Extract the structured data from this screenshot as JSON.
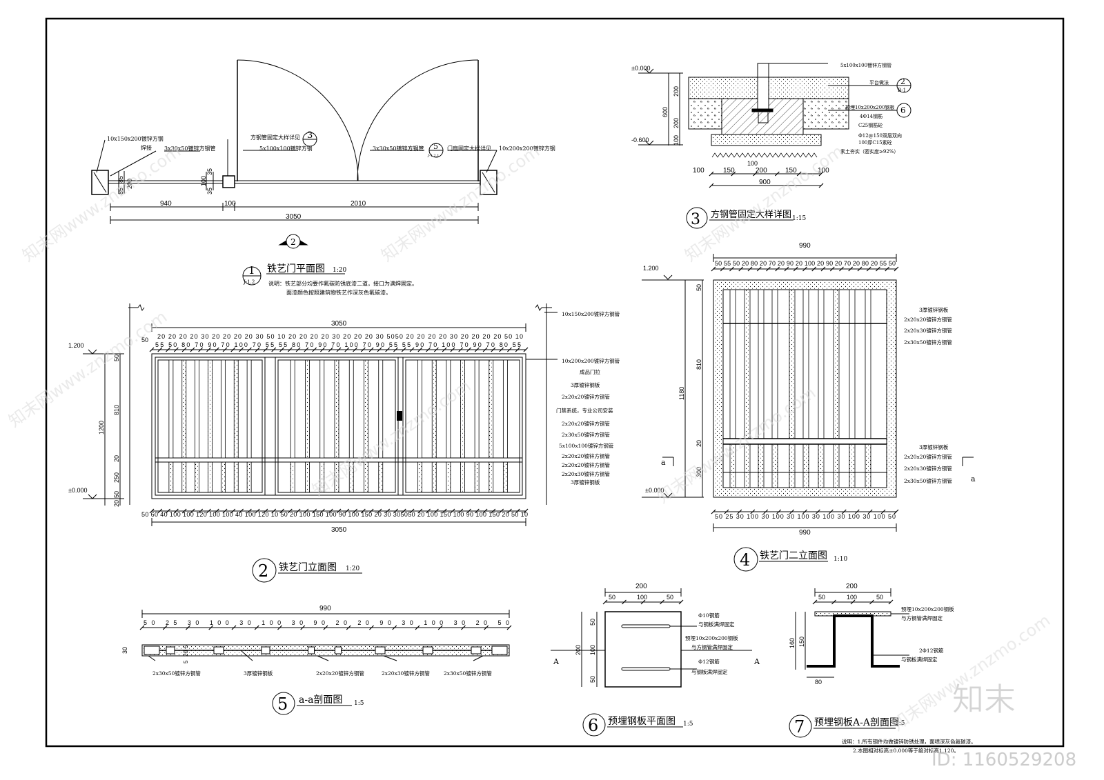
{
  "drawing_1": {
    "num": "1",
    "ref": "J-1.2",
    "title": "铁艺门平面图",
    "scale": "1:20",
    "note_1": "说明：铁艺部分均要作氟碳防锈底漆二道，接口为满焊固定。",
    "note_2": "面漆颜色按照建筑物铁艺作深灰色氟碳漆。",
    "labels": [
      "10x150x200镀锌方钢",
      "焊接",
      "3x30x50镀锌方钢管",
      "方钢管固定大样详见",
      "5x100x100镀锌方钢",
      "3x30x50镀锌方钢管",
      "门扇固定大样详见",
      "10x200x200镀锌方钢"
    ],
    "callout_3": "3",
    "callout_5": "5",
    "callout_5_ref": "J-1.2.1",
    "dims_small": [
      "85",
      "85",
      "200",
      "35",
      "35",
      "100",
      "35"
    ],
    "dims": [
      "940",
      "100",
      "2010"
    ],
    "total": "3050",
    "section_mark": "2"
  },
  "drawing_2": {
    "num": "2",
    "title": "铁艺门立面图",
    "scale": "1:20",
    "levels": [
      "1.200",
      "±0.000"
    ],
    "total_top": "3050",
    "total_bottom": "3050",
    "top_chain_1": "50",
    "top_chain_2": "20  20  20  20  30  20  20  20  20 30 50  10  20  20  20  20  30  20  20  20 30 5050  20  20  20  20  30  20  20  20  20  50  10",
    "top_chain_3": "55  50  80  70  90  70  100  70  55    55  80  70  90  70  100  70  90  55  55  90  70  100  70  90  70  80  55",
    "bottom_chain": "50  60 40 100 100 120 100 100 40 100 120  10 50 20 100 150 100 90 100 150 20  30  305050 20 100 150 100 90 100 150 20  50  10",
    "vdims": [
      "50",
      "810",
      "1200",
      "20",
      "250",
      "50",
      "20"
    ],
    "labels": [
      "10x150x200镀锌方钢管",
      "10x200x200镀锌方钢管",
      "成品门拉",
      "3厚镀锌钢板",
      "2x20x20镀锌方钢管",
      "门禁系统，专业公司安装",
      "2x20x20镀锌方钢管",
      "2x30x50镀锌方钢管",
      "5x100x100镀锌方钢管",
      "2x20x20镀锌方钢管",
      "2x20x20镀锌方钢管",
      "2x20x30镀锌方钢管",
      "3厚镀锌钢板"
    ]
  },
  "drawing_3": {
    "num": "3",
    "title": "方钢管固定大样详图",
    "scale": "1:15",
    "levels": [
      "±0.000",
      "-0.600"
    ],
    "vdims": [
      "200",
      "600",
      "200",
      "100"
    ],
    "hdims": [
      "100",
      "150",
      "200",
      "150",
      "100"
    ],
    "hsub": "100",
    "total": "900",
    "labels": [
      "5x100x100镀锌方钢管",
      "平台做法",
      "预埋10x200x200钢板",
      "4Φ14钢筋",
      "C25钢筋砼",
      "Φ12@150双层双向",
      "100厚C15素砼",
      "素土夯实（密实度≥92%）"
    ],
    "callout_a": "2",
    "callout_a_ref": "B-1",
    "callout_b": "6"
  },
  "drawing_4": {
    "num": "4",
    "title": "铁艺门二立面图",
    "scale": "1:10",
    "levels": [
      "1.200",
      "±0.000"
    ],
    "total_top": "990",
    "total_bottom": "990",
    "top_chain": "50 55  50  20  80  20  70  20  90  20  100  20  90  20  70  20  80  20  55 50",
    "bottom_chain": "50 25  30  100  30  100  30  100  30  100  30  100  30  100  50",
    "vdims": [
      "50",
      "810",
      "1180",
      "20",
      "300"
    ],
    "labels": [
      "3厚镀锌钢板",
      "2x20x20镀锌方钢管",
      "2x20x30镀锌方钢管",
      "2x30x50镀锌方钢管",
      "3厚镀锌钢板",
      "2x20x20镀锌方钢管",
      "2x20x30镀锌方钢管",
      "2x30x50镀锌方钢管"
    ],
    "section_a": "a"
  },
  "drawing_5": {
    "num": "5",
    "title": "a-a剖面图",
    "scale": "1:5",
    "total": "990",
    "chain": "50  25  30    100    30    100    30    90   20  20    90    30   100   30 20  50",
    "vdims": [
      "30",
      "5",
      "20",
      "5"
    ],
    "labels": [
      "2x30x50镀锌方钢管",
      "3厚镀锌钢板",
      "2x20x20镀锌方钢管",
      "2x20x30镀锌方钢管",
      "2x30x50镀锌方钢管"
    ]
  },
  "drawing_6": {
    "num": "6",
    "title": "预埋钢板平面图",
    "scale": "1:5",
    "total": "200",
    "hdims": [
      "50",
      "100",
      "50"
    ],
    "vdims": [
      "50",
      "100",
      "50"
    ],
    "vtotal": "200",
    "labels": [
      "Φ10钢筋",
      "与钢板满焊固定",
      "预埋10x200x200钢板",
      "与方钢管满焊固定",
      "Φ12钢筋",
      "与钢板满焊固定"
    ],
    "section": "A"
  },
  "drawing_7": {
    "num": "7",
    "title": "预埋钢板A-A剖面图",
    "scale": "1:5",
    "total": "200",
    "hdims": [
      "50",
      "100",
      "50"
    ],
    "vdims": [
      "160",
      "150"
    ],
    "bottom": "80",
    "labels": [
      "预埋10x200x200钢板",
      "与方钢管满焊固定",
      "2Φ12钢筋",
      "与钢板满焊固定"
    ],
    "note_1": "说明：1.所有钢件均做镀锌防锈处理，面喷深灰色氟碳漆。",
    "note_2": "2.本图相对标高±0.000等于绝对标高1.120。"
  },
  "watermark": {
    "brand": "知末",
    "id": "ID: 1160529208",
    "site": "知末网www.znzmo.com"
  }
}
